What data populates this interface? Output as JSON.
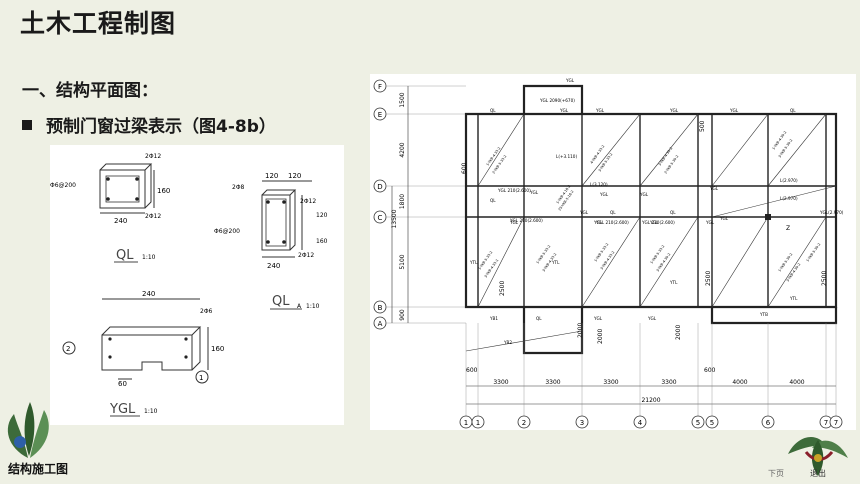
{
  "slide": {
    "title": "土木工程制图",
    "section": "一、结构平面图：",
    "bullet": "预制门窗过梁表示（图4-8b）",
    "footer": "结构施工图",
    "nav_prev": "下页",
    "nav_exit": "退出"
  },
  "beam_details": {
    "ql": {
      "caption": "QL",
      "scale": "1:10",
      "dim_width": "240",
      "dim_height": "160",
      "top_bar": "2Φ12",
      "bottom_bar": "2Φ12",
      "stirrup": "Φ6@200"
    },
    "qla": {
      "caption": "QL",
      "caption_sub": "A",
      "scale": "1:10",
      "dim_top_1": "120",
      "dim_top_2": "120",
      "dim_width": "240",
      "dim_height_1": "120",
      "dim_height_2": "160",
      "side_bar": "2Φ8",
      "bar_1": "2Φ12",
      "bar_2": "2Φ12",
      "stirrup": "Φ6@200"
    },
    "ygl": {
      "caption": "YGL",
      "scale": "1:10",
      "dim_width": "240",
      "dim_height": "160",
      "top_bar": "2Φ6",
      "dim_bottom": "60",
      "marker_left": "2",
      "marker_right": "1"
    }
  },
  "plan": {
    "grid_rows": [
      "F",
      "E",
      "D",
      "C",
      "B",
      "A"
    ],
    "row_dims": [
      "1500",
      "4200",
      "1800",
      "5100",
      "900"
    ],
    "row_total": "13500",
    "grid_cols": [
      "1",
      "1",
      "2",
      "3",
      "4",
      "5",
      "5",
      "6",
      "7",
      "7"
    ],
    "col_dims": [
      "3300",
      "3300",
      "3300",
      "3300",
      "4000",
      "4000"
    ],
    "col_total": "21200",
    "left_ext": "600",
    "mid_ext": "600",
    "side_dims": [
      "2500",
      "2000",
      "2000",
      "2500",
      "2500"
    ],
    "beam_labels": [
      "QL",
      "YGL",
      "YGL",
      "YGL",
      "QL",
      "QL",
      "QL",
      "YGL",
      "YGL",
      "YGL",
      "YGL",
      "YB1",
      "YB2",
      "QL",
      "YGL",
      "YGL",
      "YGL",
      "YGL",
      "QL",
      "YGL",
      "YGL",
      "YGL",
      "YGL",
      "YGL",
      "YGL",
      "YTL",
      "YTL",
      "YTL",
      "YTL",
      "YTB"
    ],
    "level_labels": [
      "YGL 2090(+670)",
      "L(+3.110)",
      "YGL 210(2.600)",
      "L(2.970)",
      "L(2.970)",
      "YGL(2.970)",
      "YGL 210(2.600)",
      "YGL 210(2.600)",
      "YGL 210(2.600)",
      "L(3.120)"
    ],
    "slab_labels": [
      "1-YKB-4-33-2",
      "2-YKB-5-33-2",
      "4-YKB-4-33-2",
      "3-YKB-5-33-2",
      "3-YKB-4-39-2",
      "2-YKB-5-39-2",
      "1-YKB-4-39-2",
      "3-YKB-5-39-2",
      "1-YKB-4-18-2",
      "2S-YKB-5-18-2",
      "1-YKB-5-33-2",
      "3-YKB-4-33-1",
      "1-YKB-5-33-2",
      "3-YKB-4-33-2",
      "1-YKB-5-33-2",
      "3-YKB-4-33-2",
      "1-YKB-5-33-2",
      "3-YKB-4-39-2",
      "1-YKB-5-39-2",
      "3-YKB-4-39-2",
      "1-YKB-5-39-2"
    ],
    "marker_z": "Z",
    "height_labels": [
      "500",
      "600",
      "2000"
    ]
  }
}
